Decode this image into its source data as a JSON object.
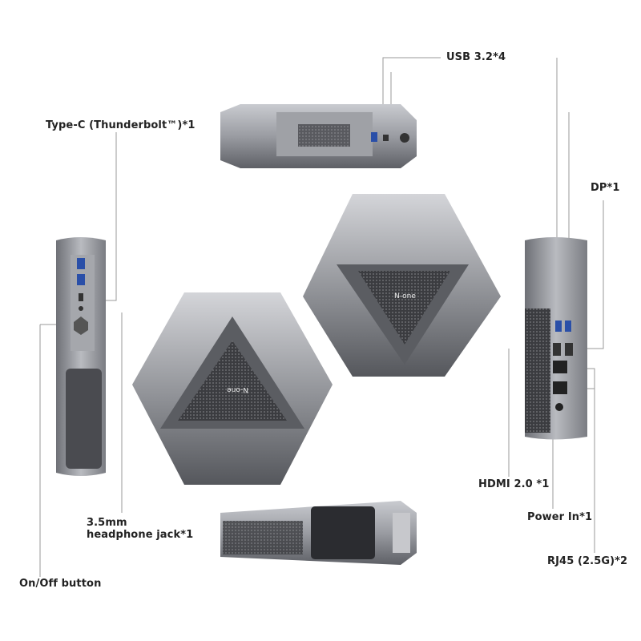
{
  "brand_logo": "N-one",
  "labels": {
    "usb": "USB 3.2*4",
    "typec": "Type-C (Thunderbolt™)*1",
    "dp": "DP*1",
    "headphone_line1": "3.5mm",
    "headphone_line2": "headphone jack*1",
    "onoff": "On/Off button",
    "hdmi": "HDMI 2.0 *1",
    "power": "Power In*1",
    "rj45": "RJ45 (2.5G)*2"
  }
}
